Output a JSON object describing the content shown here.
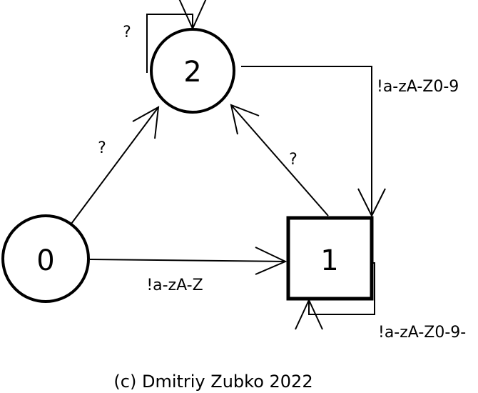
{
  "states": [
    {
      "id": "0",
      "label": "0",
      "kind": "initial-circle"
    },
    {
      "id": "1",
      "label": "1",
      "kind": "accepting-square"
    },
    {
      "id": "2",
      "label": "2",
      "kind": "circle"
    }
  ],
  "transitions": [
    {
      "id": "t-2-2",
      "from": "2",
      "to": "2",
      "label": "?"
    },
    {
      "id": "t-2-1",
      "from": "2",
      "to": "1",
      "label": "!a-zA-Z0-9"
    },
    {
      "id": "t-0-2",
      "from": "0",
      "to": "2",
      "label": "?"
    },
    {
      "id": "t-1-2",
      "from": "1",
      "to": "2",
      "label": "?"
    },
    {
      "id": "t-0-1",
      "from": "0",
      "to": "1",
      "label": "!a-zA-Z"
    },
    {
      "id": "t-1-1",
      "from": "1",
      "to": "1",
      "label": "!a-zA-Z0-9-"
    }
  ],
  "footer": {
    "copyright": "(c) Dmitriy Zubko 2022"
  },
  "colors": {
    "stroke": "#000000",
    "background": "#ffffff"
  }
}
